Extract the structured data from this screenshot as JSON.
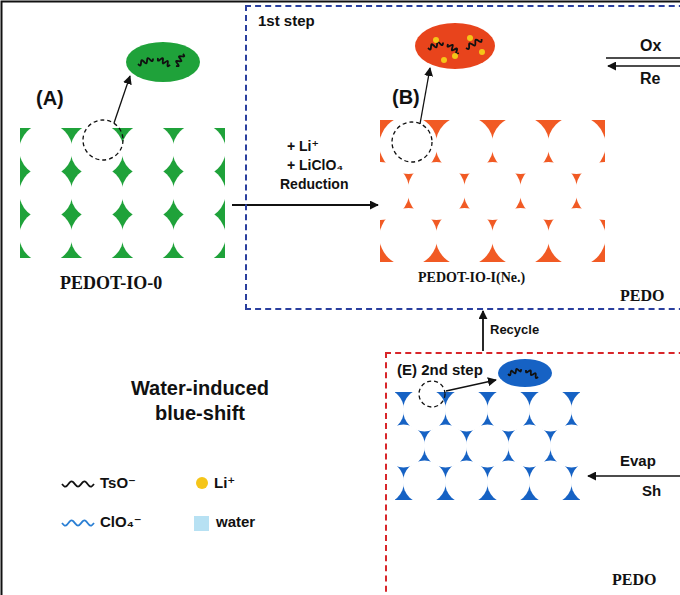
{
  "diagram": {
    "nodes": [
      {
        "text": [
          "(A)",
          "PEDOT-IO-0"
        ]
      },
      {
        "text": [
          "1st step"
        ]
      },
      {
        "text": [
          "(B)",
          "PEDOT-IO-I(Ne.)"
        ],
        "in": 1
      },
      {
        "text": [
          "(E) 2nd step"
        ]
      }
    ],
    "edges": [
      {
        "from": 0,
        "to": 2,
        "arrow": "to"
      },
      {
        "from": 3,
        "to": 1,
        "label": "Recycle",
        "arrow": "to"
      }
    ],
    "labels": [
      "+ Li⁺",
      "+ LiClO₄",
      "Reduction",
      "Ox",
      "Re",
      "PEDO",
      "Water-induced blue-shift",
      "Evap",
      "Sh",
      "PEDO"
    ],
    "legend": [
      {
        "text": "TsO⁻"
      },
      {
        "text": "Li⁺",
        "color": "#f5c518"
      },
      {
        "text": "ClO₄⁻"
      },
      {
        "text": "water",
        "color": "#b7e1f3"
      }
    ]
  }
}
